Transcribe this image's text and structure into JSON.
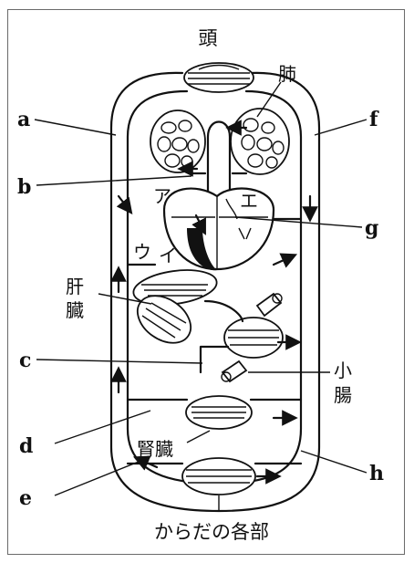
{
  "diagram": {
    "top_label": "頭",
    "bottom_label": "からだの各部",
    "organs": {
      "lung": "肺",
      "liver_line1": "肝",
      "liver_line2": "臓",
      "small_intestine_line1": "小",
      "small_intestine_line2": "腸",
      "kidney": "腎臓"
    },
    "heart_chambers": {
      "a_chamber": "ア",
      "i_chamber": "イ",
      "u_chamber": "ウ",
      "e_chamber": "エ"
    },
    "letter_labels": {
      "a": "a",
      "b": "b",
      "c": "c",
      "d": "d",
      "e": "e",
      "f": "f",
      "g": "g",
      "h": "h"
    }
  }
}
